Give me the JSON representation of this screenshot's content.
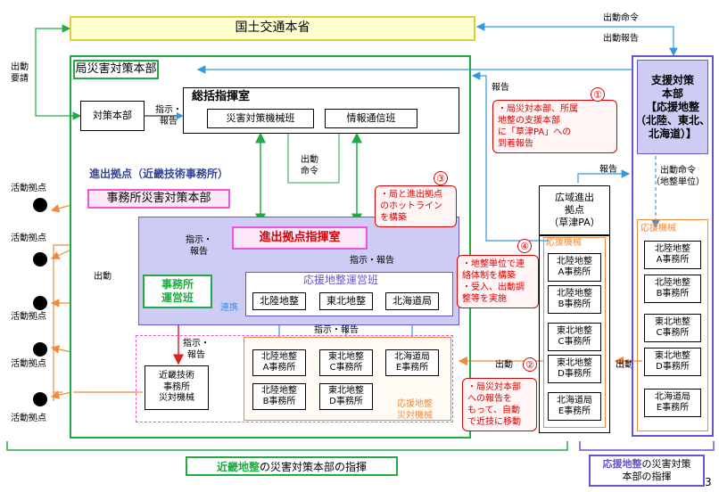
{
  "colors": {
    "green": "#22aa44",
    "blue": "#3399dd",
    "red": "#dd2222",
    "orange": "#f08a3c",
    "pink": "#ee55dd",
    "purple": "#6655cc",
    "lightpurple": "#ccccf5",
    "yellow": "#ffffd0",
    "darkblue": "#334499"
  },
  "mlit": "国土交通本省",
  "left_labels": {
    "request": "出動\n要請",
    "dispatch": "出動"
  },
  "bureau": {
    "title": "局災害対策本部",
    "hq": "対策本部",
    "instr": "指示・\n報告"
  },
  "command": {
    "title": "総括指揮室",
    "machinery": "災害対策機械班",
    "comm": "情報通信班",
    "dispatch_order": "出動\n命令"
  },
  "base": {
    "title": "進出拠点（近畿技術事務所）",
    "office_hq": "事務所災害対策本部",
    "command_room": "進出拠点指揮室",
    "instr_left": "指示・\n報告",
    "instr_right": "指示・報告",
    "ops_title": "応援地整運営班",
    "office_team": "事務所\n運営班",
    "link": "連携",
    "groups": [
      "北陸地整",
      "東北地整",
      "北海道局"
    ],
    "instr_mid": "指示・報告",
    "offices": [
      "北陸地整\nA事務所",
      "北陸地整\nB事務所",
      "東北地整\nC事務所",
      "東北地整\nD事務所",
      "北海道局\nE事務所"
    ],
    "support_label": "応援地整\n災対機械"
  },
  "kinki": {
    "instr": "指示・\n報告",
    "machinery": "近畿技術\n事務所\n災対機械"
  },
  "activity": [
    "活動拠点",
    "活動拠点",
    "活動拠点",
    "活動拠点",
    "活動拠点"
  ],
  "wide": {
    "title": "広域進出\n拠点\n（草津PA）",
    "label": "応援機械",
    "items": [
      "北陸地整\nA事務所",
      "北陸地整\nB事務所",
      "東北地整\nC事務所",
      "東北地整\nD事務所",
      "北海道局\nE事務所"
    ]
  },
  "support": {
    "title": "支援対策\n本部\n【応援地整\n（北陸、東北、\n北海道）】",
    "order": "出動命令\n（地整単位）",
    "label": "応援機械",
    "items": [
      "北陸地整\nA事務所",
      "北陸地整\nB事務所",
      "東北地整\nC事務所",
      "東北地整\nD事務所",
      "北海道局\nE事務所"
    ]
  },
  "arrows": {
    "order": "出動命令",
    "report_top": "出動報告",
    "report": "報告",
    "report2": "報告",
    "dispatch": "出動",
    "dispatch2": "出動"
  },
  "callouts": [
    {
      "num": "①",
      "text": "・局災対本部、所属\n地整の支援本部\nに「草津PA」への\n到着報告"
    },
    {
      "num": "③",
      "text": "・局と進出拠点\nのホットライン\nを構築"
    },
    {
      "num": "④",
      "text": "・地整単位で連\n絡体制を構築\n・受入、出動調\n整等を実施"
    },
    {
      "num": "②",
      "text": "・局災対本部\nへの報告を\nもって、自動\nで近技に移動"
    }
  ],
  "footer": {
    "kinki_a": "近畿地整",
    "kinki_b": "の災害対策本部の指揮",
    "support_a": "応援地整",
    "support_b": "の災害対策\n本部の指揮"
  },
  "page_number": "3"
}
